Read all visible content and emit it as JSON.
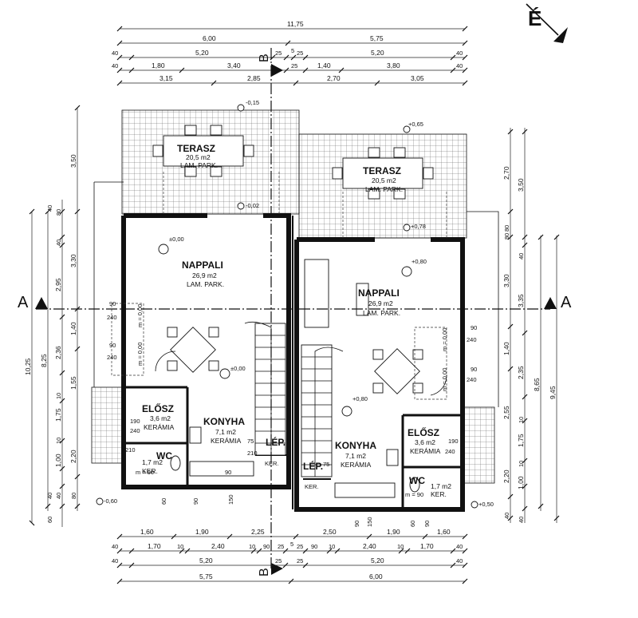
{
  "compass": "É",
  "sections": {
    "a": "A",
    "b": "B"
  },
  "top_dims": {
    "row1": [
      "11,75"
    ],
    "row2": [
      "6,00",
      "5,75"
    ],
    "row3": [
      "40",
      "5,20",
      "25",
      "5",
      "25",
      "5,20",
      "40"
    ],
    "row4": [
      "40",
      "1,80",
      "3,40",
      "25",
      "1,40",
      "3,80",
      "40"
    ],
    "row5": [
      "3,15",
      "2,85",
      "2,70",
      "3,05"
    ]
  },
  "bottom_dims": {
    "row1": [
      "1,60",
      "1,90",
      "2,25",
      "2,50",
      "1,90",
      "1,60"
    ],
    "row2": [
      "40",
      "1,70",
      "10",
      "2,40",
      "10",
      "90",
      "25",
      "5",
      "25",
      "90",
      "10",
      "2,40",
      "10",
      "1,70",
      "40"
    ],
    "row3": [
      "40",
      "5,20",
      "25",
      "25",
      "5,20",
      "40"
    ],
    "row4": [
      "5,75",
      "6,00"
    ]
  },
  "left_dims": {
    "outer": "10,25",
    "col2": [
      "3,50",
      "3,30",
      "1,40",
      "2,20",
      "80"
    ],
    "col3": [
      "8,25"
    ],
    "col4": [
      "40",
      "40",
      "2,95",
      "2,36",
      "1,55",
      "1,75",
      "1,00",
      "40",
      "60"
    ],
    "col5": [
      "80",
      "10",
      "10",
      "40"
    ]
  },
  "right_dims": {
    "outer": "9,45",
    "col1": [
      "2,70",
      "3,50",
      "3,30",
      "1,40",
      "2,20",
      "40"
    ],
    "col2": [
      "80",
      "3,35",
      "2,35",
      "2,55",
      "1,75",
      "1,00",
      "40"
    ],
    "col3": [
      "8,65"
    ],
    "col4": [
      "40",
      "10",
      "10",
      "80"
    ]
  },
  "levels": [
    "-0,15",
    "+0,65",
    "±0,00",
    "-0,02",
    "+0,78",
    "+0,80",
    "±0,00",
    "+0,80",
    "-0,60",
    "+0,50"
  ],
  "rooms": {
    "terasz_l": {
      "name": "TERASZ",
      "area": "20,5 m2",
      "floor": "LAM. PARK."
    },
    "terasz_r": {
      "name": "TERASZ",
      "area": "20,5 m2",
      "floor": "LAM. PARK."
    },
    "nappali_l": {
      "name": "NAPPALI",
      "area": "26,9 m2",
      "floor": "LAM. PARK."
    },
    "nappali_r": {
      "name": "NAPPALI",
      "area": "26,9 m2",
      "floor": "LAM. PARK."
    },
    "elosz_l": {
      "name": "ELŐSZ",
      "area": "3,6 m2",
      "floor": "KERÁMIA"
    },
    "elosz_r": {
      "name": "ELŐSZ",
      "area": "3,6 m2",
      "floor": "KERÁMIA"
    },
    "konyha_l": {
      "name": "KONYHA",
      "area": "7,1 m2",
      "floor": "KERÁMIA"
    },
    "konyha_r": {
      "name": "KONYHA",
      "area": "7,1 m2",
      "floor": "KERÁMIA"
    },
    "wc_l": {
      "name": "WC",
      "area": "1,7 m2",
      "floor": "KER."
    },
    "wc_r": {
      "name": "WC",
      "area": "1,7 m2",
      "floor": "KER."
    },
    "lep_l": {
      "name": "LÉP.",
      "floor": "KER."
    },
    "lep_r": {
      "name": "LÉP.",
      "floor": "KER."
    }
  },
  "openings": {
    "m_l1": "m = 0,00",
    "m_l2": "m = 0,00",
    "m_r1": "m = 0,00",
    "m_r2": "m = 0,00",
    "m_wc_l": "m = 90",
    "m_wc_r": "m = 90",
    "n90": "90",
    "n240": "240",
    "n150": "150",
    "n60": "60",
    "n75": "75",
    "n210": "210",
    "n190": "190"
  }
}
